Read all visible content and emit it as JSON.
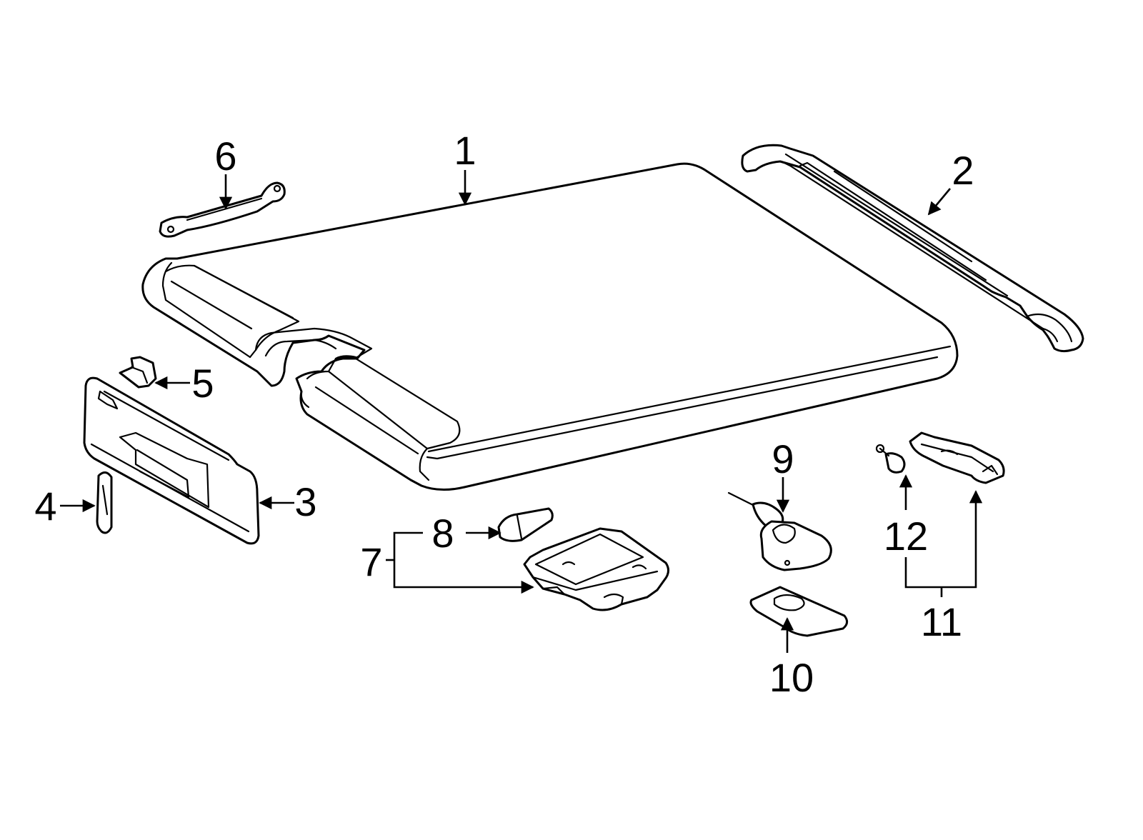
{
  "diagram": {
    "callouts": {
      "c1": "1",
      "c2": "2",
      "c3": "3",
      "c4": "4",
      "c5": "5",
      "c6": "6",
      "c7": "7",
      "c8": "8",
      "c9": "9",
      "c10": "10",
      "c11": "11",
      "c12": "12"
    }
  },
  "colors": {
    "line": "#000000",
    "background": "#ffffff"
  }
}
